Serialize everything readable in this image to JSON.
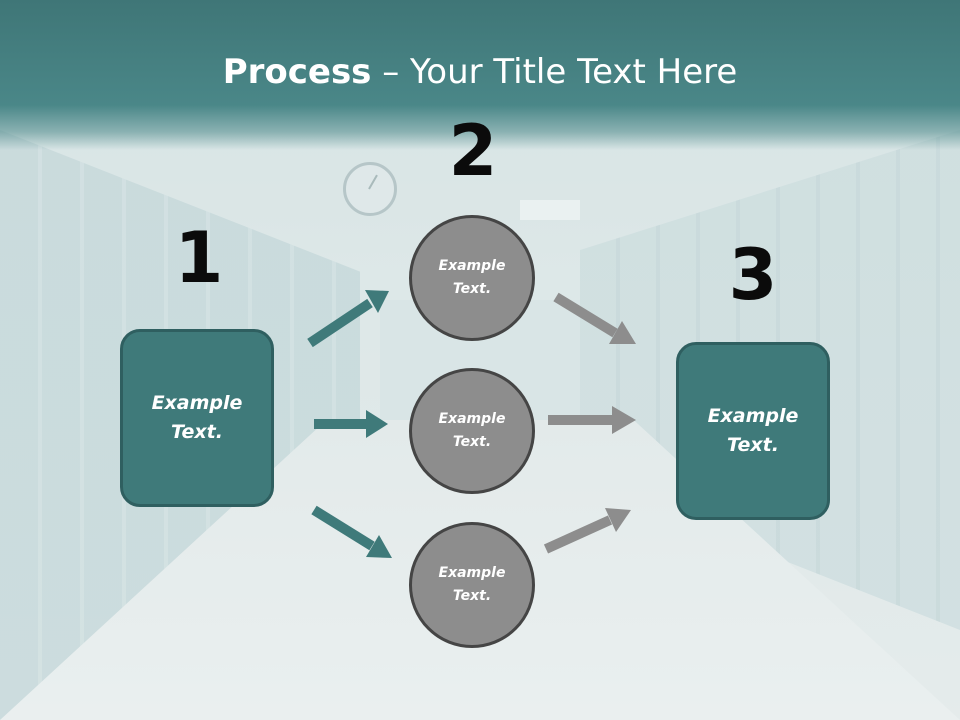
{
  "slide": {
    "title_bold": "Process",
    "title_rest": " – Your Title Text Here",
    "steps": [
      {
        "number": "1",
        "text_line1": "Example",
        "text_line2": "Text."
      },
      {
        "number": "2"
      },
      {
        "number": "3",
        "text_line1": "Example",
        "text_line2": "Text."
      }
    ],
    "circles": [
      {
        "line1": "Example",
        "line2": "Text."
      },
      {
        "line1": "Example",
        "line2": "Text."
      },
      {
        "line1": "Example",
        "line2": "Text."
      }
    ],
    "colors": {
      "banner": "#4a8788",
      "box_fill": "#3f7a7a",
      "box_border": "#2f5f60",
      "circle_fill": "#8d8d8d",
      "circle_border": "#454545",
      "teal_arrow": "#3f7a7a",
      "gray_arrow": "#8d8d8d"
    },
    "icons": [
      "arrow-icon"
    ]
  }
}
